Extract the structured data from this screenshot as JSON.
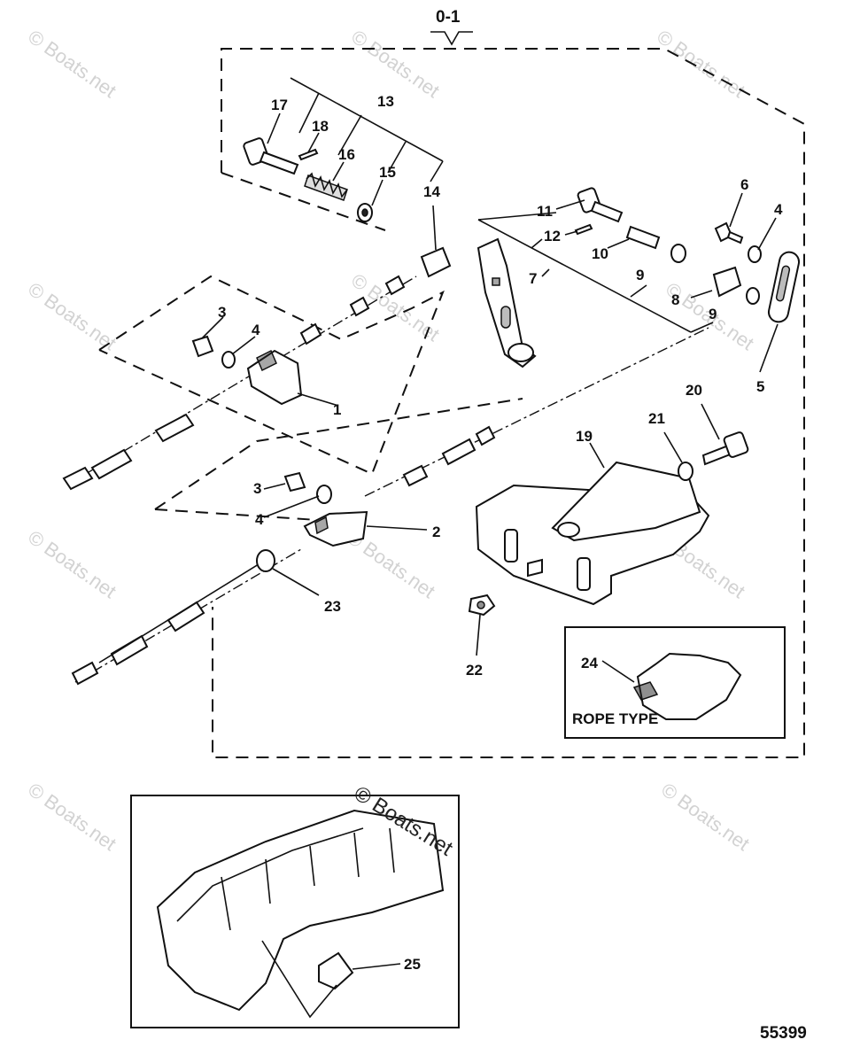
{
  "watermarks": [
    "© Boats.net",
    "© Boats.net",
    "© Boats.net",
    "© Boats.net",
    "© Boats.net",
    "© Boats.net",
    "© Boats.net",
    "© Boats.net",
    "© Boats.net",
    "© Boats.net",
    "© Boats.net"
  ],
  "center_watermark": "© Boats.net",
  "assembly_label": "0-1",
  "callouts": {
    "c1": "1",
    "c2": "2",
    "c3a": "3",
    "c3b": "3",
    "c4a": "4",
    "c4b": "4",
    "c4c": "4",
    "c5": "5",
    "c6": "6",
    "c7": "7",
    "c8": "8",
    "c9a": "9",
    "c9b": "9",
    "c10": "10",
    "c11": "11",
    "c12": "12",
    "c13": "13",
    "c14": "14",
    "c15": "15",
    "c16": "16",
    "c17": "17",
    "c18": "18",
    "c19": "19",
    "c20": "20",
    "c21": "21",
    "c22": "22",
    "c23": "23",
    "c24": "24",
    "c25": "25"
  },
  "inset_caption": "ROPE TYPE",
  "diagram_number": "55399"
}
